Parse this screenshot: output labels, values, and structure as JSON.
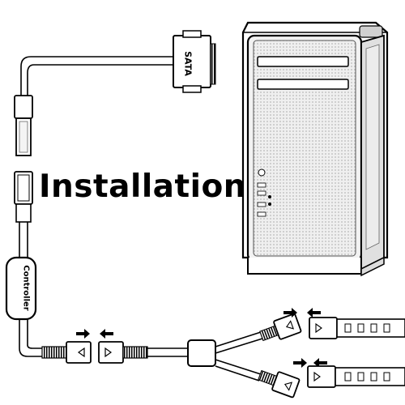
{
  "title": "Installation",
  "connector_label": "SATA",
  "controller_label": "Controller",
  "icons": [
    "push-right-arrow-icon",
    "push-left-arrow-icon",
    "triangle-marker-icon"
  ],
  "colors": {
    "line": "#000000",
    "case_fill": "#e9e9e9",
    "case_mesh": "#b8b8b8",
    "background": "#ffffff"
  }
}
